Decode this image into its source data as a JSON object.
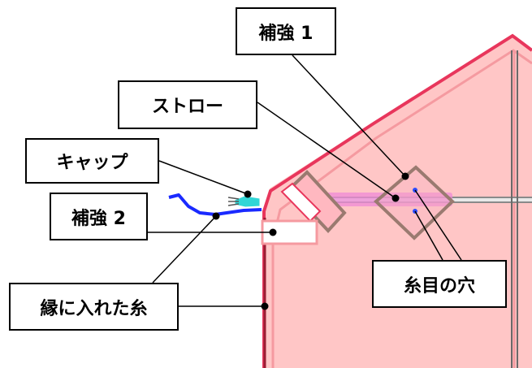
{
  "labels": {
    "reinforcement_1": "補強 1",
    "straw": "ストロー",
    "cap": "キャップ",
    "reinforcement_2": "補強 2",
    "edge_thread": "縁に入れた糸",
    "thread_hole": "糸目の穴"
  },
  "colors": {
    "sail_fill": "#ffc6c6",
    "sail_edge": "#e8365c",
    "sail_inner_edge": "#f59aa0",
    "spar": "#8a8a8a",
    "edge_thread": "#9a1e34",
    "cap": "#31d6d6",
    "bridle": "#1a2aff",
    "patch_outline": "#9a7a70",
    "straw": "#ef8ad6"
  }
}
